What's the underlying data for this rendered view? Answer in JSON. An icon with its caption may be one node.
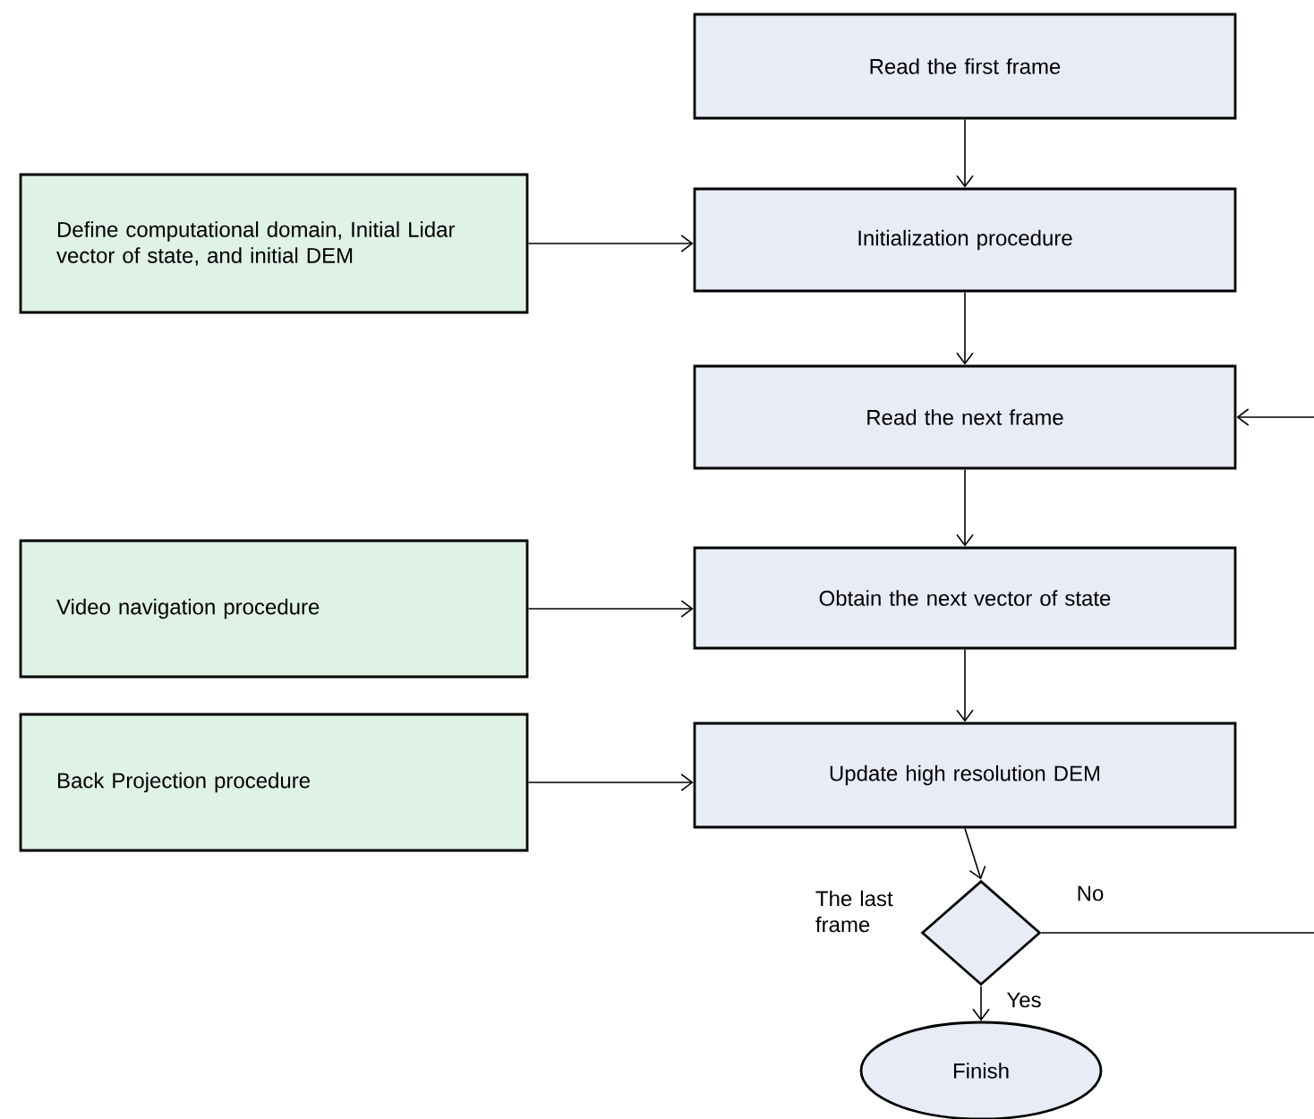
{
  "diagram": {
    "nodes": [
      {
        "text": [
          "Read the first frame"
        ]
      },
      {
        "text": [
          "Define computational domain, Initial Lidar vector of state, and initial DEM"
        ]
      },
      {
        "text": [
          "Initialization procedure"
        ]
      },
      {
        "text": [
          "Read the next frame"
        ]
      },
      {
        "text": [
          "Video navigation procedure"
        ]
      },
      {
        "text": [
          "Obtain the next vector of state"
        ]
      },
      {
        "text": [
          "Back Projection procedure"
        ]
      },
      {
        "text": [
          "Update high resolution DEM"
        ]
      },
      {
        "text": [
          "The last frame"
        ]
      },
      {
        "text": [
          "Finish"
        ]
      }
    ],
    "edges": [
      {
        "from": 0,
        "to": 2,
        "arrow": "to"
      },
      {
        "from": 1,
        "to": 2,
        "arrow": "to"
      },
      {
        "from": 2,
        "to": 3,
        "arrow": "to"
      },
      {
        "from": 3,
        "to": 5,
        "arrow": "to"
      },
      {
        "from": 4,
        "to": 5,
        "arrow": "to"
      },
      {
        "from": 5,
        "to": 7,
        "arrow": "to"
      },
      {
        "from": 6,
        "to": 7,
        "arrow": "to"
      },
      {
        "from": 7,
        "to": 8,
        "arrow": "to"
      },
      {
        "from": 8,
        "to": 9,
        "label": "Yes",
        "arrow": "to"
      },
      {
        "from": 8,
        "to": 3,
        "label": "No",
        "arrow": "to"
      }
    ]
  }
}
